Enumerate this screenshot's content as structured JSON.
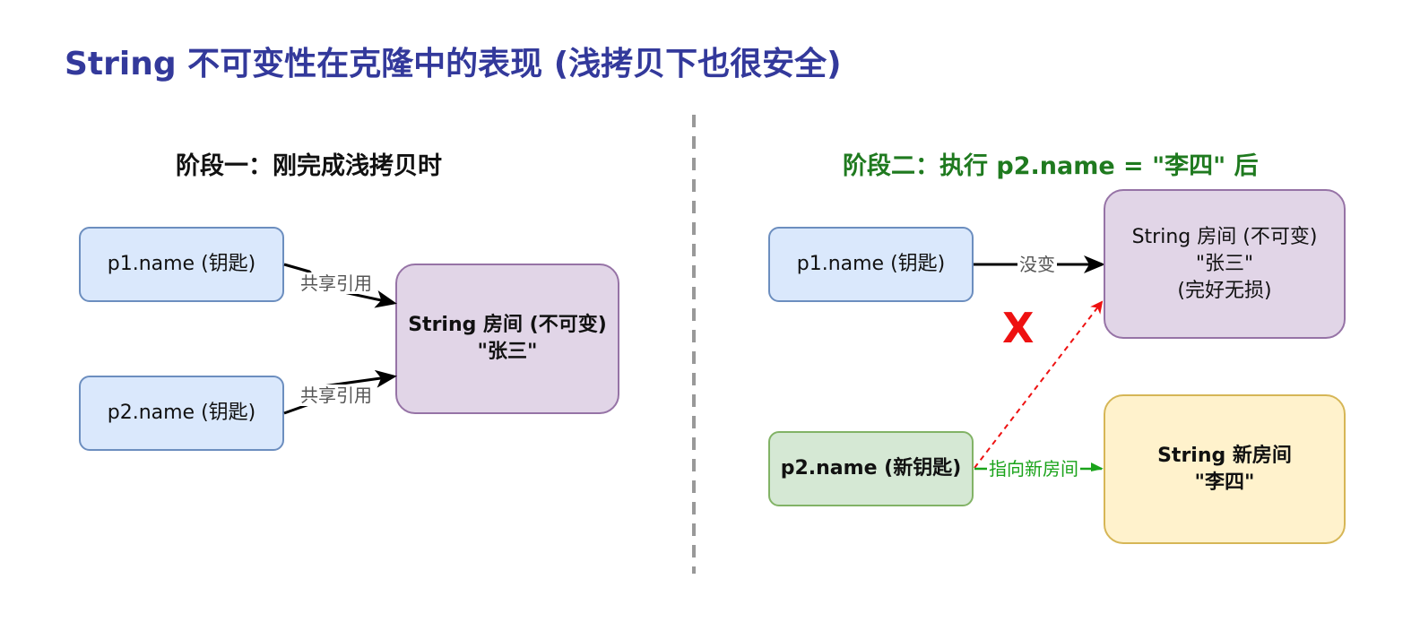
{
  "title": "String 不可变性在克隆中的表现 (浅拷贝下也很安全)",
  "stage1": {
    "title": "阶段一：刚完成浅拷贝时",
    "p1_label": "p1.name (钥匙)",
    "p2_label": "p2.name (钥匙)",
    "room_label": "String 房间 (不可变)\n\"张三\"",
    "edge1_label": "共享引用",
    "edge2_label": "共享引用"
  },
  "stage2": {
    "title": "阶段二：执行 p2.name = \"李四\" 后",
    "p1_label": "p1.name (钥匙)",
    "p2_label": "p2.name (新钥匙)",
    "old_room_label": "String 房间 (不可变)\n\"张三\"\n(完好无损)",
    "new_room_label": "String 新房间\n\"李四\"",
    "edge_unchanged_label": "没变",
    "edge_new_label": "指向新房间",
    "broken_mark": "X"
  },
  "colors": {
    "title": "#33399b",
    "stage2_title": "#1f7a1f",
    "broken": "#ee1111",
    "new_pointer": "#1aa31a"
  }
}
